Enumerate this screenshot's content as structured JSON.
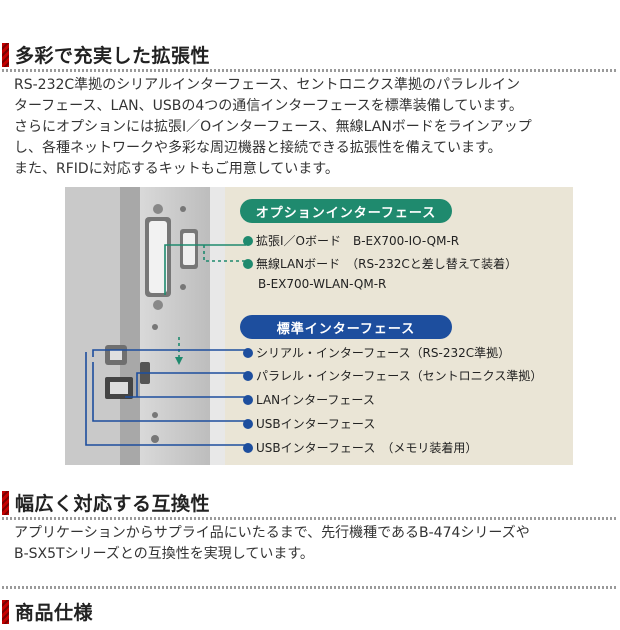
{
  "section1": {
    "title": "多彩で充実した拡張性",
    "lines": [
      "RS-232C準拠のシリアルインターフェース、セントロニクス準拠のパラレルイン",
      "ターフェース、LAN、USBの4つの通信インターフェースを標準装備しています。",
      "さらにオプションには拡張I／Oインターフェース、無線LANボードをラインアップ",
      "し、各種ネットワークや多彩な周辺機器と接続できる拡張性を備えています。",
      "また、RFIDに対応するキットもご用意しています。"
    ]
  },
  "diagram": {
    "option_heading": "オプションインターフェース",
    "option_items": [
      "拡張I／Oボード　B-EX700-IO-QM-R",
      "無線LANボード　（RS-232Cと差し替えて装着）"
    ],
    "option_item2_model": "B-EX700-WLAN-QM-R",
    "standard_heading": "標準インターフェース",
    "standard_items": [
      "シリアル・インターフェース（RS-232C準拠）",
      "パラレル・インターフェース（セントロニクス準拠）",
      "LANインターフェース",
      "USBインターフェース",
      "USBインターフェース　（メモリ装着用）"
    ],
    "colors": {
      "green": "#1f8a6e",
      "blue": "#1d4e9e",
      "panel": "#eae5d6"
    }
  },
  "section2": {
    "title": "幅広く対応する互換性",
    "lines": [
      "アプリケーションからサプライ品にいたるまで、先行機種であるB-474シリーズや",
      "B-SX5Tシリーズとの互換性を実現しています。"
    ]
  },
  "section3": {
    "title": "商品仕様"
  }
}
